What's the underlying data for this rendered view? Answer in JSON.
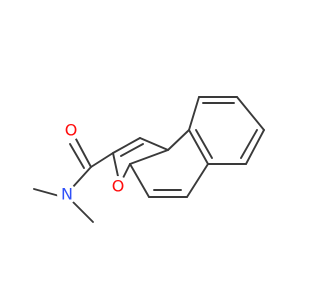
{
  "structure": {
    "atoms": [
      {
        "symbol": "O",
        "color": "#ff0d0d"
      },
      {
        "symbol": "N",
        "color": "#3050f8"
      },
      {
        "symbol": "O",
        "color": "#ff0d0d"
      }
    ]
  }
}
